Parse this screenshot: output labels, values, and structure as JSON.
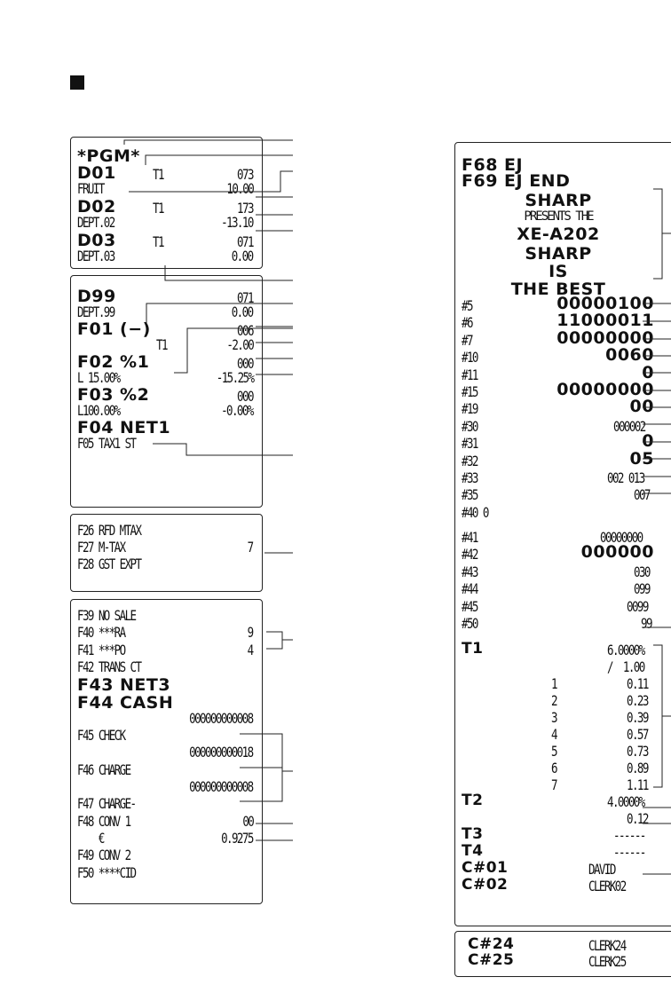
{
  "receipt1": [
    {
      "left": "*PGM*",
      "mid": "",
      "right": "",
      "style": "big"
    },
    {
      "left": "D01",
      "mid": "T1",
      "right": "073",
      "style": "big"
    },
    {
      "left": "FRUIT",
      "mid": "",
      "right": "10.00",
      "style": "cond"
    },
    {
      "left": "D02",
      "mid": "T1",
      "right": "173",
      "style": "big"
    },
    {
      "left": "DEPT.02",
      "mid": "",
      "right": "-13.10",
      "style": "cond"
    },
    {
      "left": "D03",
      "mid": "T1",
      "right": "071",
      "style": "big"
    },
    {
      "left": "DEPT.03",
      "mid": "",
      "right": "0.00",
      "style": "cond"
    }
  ],
  "receipt2": [
    {
      "left": "D99",
      "right": "071",
      "style": "big"
    },
    {
      "left": "DEPT.99",
      "right": "0.00",
      "style": "cond"
    },
    {
      "left": "F01 (−)",
      "right": "006",
      "style": "big"
    },
    {
      "left": "",
      "mid": "T1",
      "right": "-2.00",
      "style": "cond"
    },
    {
      "left": "F02 %1",
      "right": "000",
      "style": "big"
    },
    {
      "left": "L 15.00%",
      "right": "-15.25%",
      "style": "cond"
    },
    {
      "left": "F03 %2",
      "right": "000",
      "style": "big"
    },
    {
      "left": "L100.00%",
      "right": "-0.00%",
      "style": "cond"
    },
    {
      "left": "F04 NET1",
      "right": "",
      "style": "big"
    },
    {
      "left": "F05 TAX1 ST",
      "right": "",
      "style": "cond"
    }
  ],
  "receipt3": [
    {
      "left": "F26 RFD MTAX",
      "right": ""
    },
    {
      "left": "F27 M-TAX",
      "right": "7"
    },
    {
      "left": "F28 GST EXPT",
      "right": ""
    }
  ],
  "receipt4": [
    {
      "left": "F39 NO SALE",
      "right": "",
      "style": "cond"
    },
    {
      "left": "F40 ***RA",
      "right": "9",
      "style": "cond"
    },
    {
      "left": "F41 ***PO",
      "right": "4",
      "style": "cond"
    },
    {
      "left": "F42 TRANS CT",
      "right": "",
      "style": "cond"
    },
    {
      "left": "F43 NET3",
      "right": "",
      "style": "big"
    },
    {
      "left": "F44 CASH",
      "right": "",
      "style": "big"
    },
    {
      "left": "",
      "right": "000000000008",
      "style": "cond"
    },
    {
      "left": "F45 CHECK",
      "right": "",
      "style": "cond"
    },
    {
      "left": "",
      "right": "000000000018",
      "style": "cond"
    },
    {
      "left": "F46 CHARGE",
      "right": "",
      "style": "cond"
    },
    {
      "left": "",
      "right": "000000000008",
      "style": "cond"
    },
    {
      "left": "F47 CHARGE-",
      "right": "",
      "style": "cond"
    },
    {
      "left": "F48 CONV 1",
      "right": "00",
      "style": "cond"
    },
    {
      "left": "    €",
      "right": "0.9275",
      "style": "cond"
    },
    {
      "left": "F49 CONV 2",
      "right": "",
      "style": "cond"
    },
    {
      "left": "F50 ****CID",
      "right": "",
      "style": "cond"
    }
  ],
  "receipt5_top": [
    {
      "left": "F68 EJ",
      "right": "",
      "style": "mixed"
    },
    {
      "left": "F69 EJ END",
      "right": "",
      "style": "mixed"
    }
  ],
  "receipt5_logo": [
    "SHARP",
    "PRESENTS THE",
    "XE-A202",
    "SHARP",
    "IS",
    "THE BEST"
  ],
  "receipt5_params": [
    {
      "left": "#5",
      "right": "00000100",
      "style": "big"
    },
    {
      "left": "#6",
      "right": "11000011",
      "style": "big"
    },
    {
      "left": "#7",
      "right": "00000000",
      "style": "big"
    },
    {
      "left": "#10",
      "right": "0060",
      "style": "big"
    },
    {
      "left": "#11",
      "right": "0",
      "style": "big"
    },
    {
      "left": "#15",
      "right": "00000000",
      "style": "big"
    },
    {
      "left": "#19",
      "right": "00",
      "style": "big"
    },
    {
      "left": "#30",
      "right": "000002",
      "style": "cond"
    },
    {
      "left": "#31",
      "right": "0",
      "style": "big"
    },
    {
      "left": "#32",
      "right": "05",
      "style": "big"
    },
    {
      "left": "#33",
      "right": "002 013",
      "style": "cond"
    },
    {
      "left": "#35",
      "right": "007",
      "style": "cond"
    },
    {
      "left": "#40 0",
      "right": "",
      "style": "cond"
    }
  ],
  "receipt5_params2": [
    {
      "left": "#41",
      "right": "00000000",
      "style": "cond"
    },
    {
      "left": "#42",
      "right": "000000",
      "style": "big"
    },
    {
      "left": "#43",
      "right": "030",
      "style": "cond"
    },
    {
      "left": "#44",
      "right": "099",
      "style": "cond"
    },
    {
      "left": "#45",
      "right": "0099",
      "style": "cond"
    },
    {
      "left": "#50",
      "right": "99",
      "style": "cond"
    }
  ],
  "receipt5_tax": [
    {
      "left": "T1",
      "mid": "",
      "right": "6.0000%"
    },
    {
      "left": "",
      "mid": "",
      "right": "/  1.00"
    },
    {
      "left": "",
      "mid": "1",
      "right": "0.11"
    },
    {
      "left": "",
      "mid": "2",
      "right": "0.23"
    },
    {
      "left": "",
      "mid": "3",
      "right": "0.39"
    },
    {
      "left": "",
      "mid": "4",
      "right": "0.57"
    },
    {
      "left": "",
      "mid": "5",
      "right": "0.73"
    },
    {
      "left": "",
      "mid": "6",
      "right": "0.89"
    },
    {
      "left": "",
      "mid": "7",
      "right": "1.11"
    },
    {
      "left": "T2",
      "mid": "",
      "right": "4.0000%"
    },
    {
      "left": "",
      "mid": "",
      "right": "0.12"
    },
    {
      "left": "T3",
      "mid": "",
      "right": "------"
    },
    {
      "left": "T4",
      "mid": "",
      "right": "------"
    },
    {
      "left": "C#01",
      "mid": "",
      "right": "DAVID"
    },
    {
      "left": "C#02",
      "mid": "",
      "right": "CLERK02"
    }
  ],
  "receipt6": [
    {
      "left": "C#24",
      "right": "CLERK24"
    },
    {
      "left": "C#25",
      "right": "CLERK25"
    }
  ]
}
